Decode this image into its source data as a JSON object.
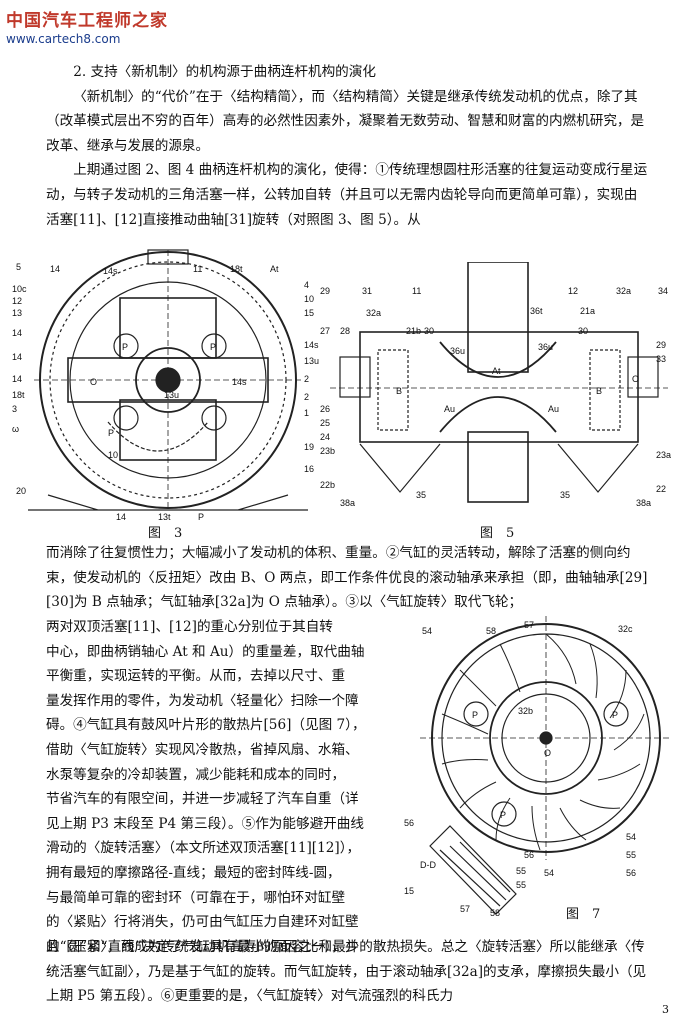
{
  "header": {
    "logo_text": "中国汽车工程师之家",
    "url": "www.cartech8.com"
  },
  "section_title": "2. 支持〈新机制〉的机构源于曲柄连杆机构的演化",
  "paragraphs_top": [
    "〈新机制〉的“代价”在于〈结构精简〉，而〈结构精简〉关键是继承传统发动机的优点，除了其（改革模式层出不穷的百年）高寿的必然性因素外，凝聚着无数劳动、智慧和财富的内燃机研究，是改革、继承与发展的源泉。",
    "上期通过图 2、图 4 曲柄连杆机构的演化，使得：①传统理想圆柱形活塞的往复运动变成行星运动，与转子发动机的三角活塞一样，公转加自转（并且可以无需内齿轮导向而更简单可靠），实现由活塞[11]、[12]直接推动曲轴[31]旋转（对照图 3、图 5）。从"
  ],
  "fig3": {
    "caption": "图　3",
    "labels": [
      "5",
      "14",
      "14s",
      "11",
      "18t",
      "At",
      "10c",
      "12",
      "4",
      "13",
      "10",
      "15",
      "14",
      "14s",
      "14",
      "13u",
      "O",
      "13u",
      "14s",
      "14",
      "2",
      "18t",
      "3",
      "2",
      "1",
      "ω",
      "P",
      "10",
      "19",
      "16",
      "20",
      "14",
      "13t",
      "P",
      "P",
      "P"
    ]
  },
  "fig5": {
    "caption": "图　5",
    "labels": [
      "29",
      "31",
      "11",
      "12",
      "32a",
      "34",
      "27",
      "28",
      "32a",
      "21b",
      "30",
      "36t",
      "21a",
      "29",
      "33",
      "30",
      "36u",
      "36u",
      "B",
      "At",
      "Au",
      "B",
      "O",
      "26",
      "25",
      "24",
      "23b",
      "Au",
      "23a",
      "22b",
      "35",
      "35",
      "22",
      "38a",
      "38a"
    ]
  },
  "paragraph_mid_full": "而消除了往复惯性力；大幅减小了发动机的体积、重量。②气缸的灵活转动，解除了活塞的侧向约束，使发动机的〈反扭矩〉改由 B、O 两点，即工作条件优良的滚动轴承来承担（即，曲轴轴承[29][30]为 B 点轴承；气缸轴承[32a]为 O 点轴承）。③以〈气缸旋转〉取代飞轮；",
  "paragraph_wrap_lines": [
    "两对双顶活塞[11]、[12]的重心分别位于其自转",
    "中心，即曲柄销轴心 At 和 Au）的重量差，取代曲轴",
    "平衡重，实现运转的平衡。从而，去掉以尺寸、重",
    "量发挥作用的零件，为发动机〈轻量化〉扫除一个障",
    "碍。④气缸具有鼓风叶片形的散热片[56]（见图 7），",
    "借助〈气缸旋转〉实现风冷散热，省掉风扇、水箱、",
    "水泵等复杂的冷却装置，减少能耗和成本的同时，",
    "节省汽车的有限空间，并进一步减轻了汽车自重（详",
    "见上期 P3 末段至 P4 第三段）。⑤作为能够避开曲线",
    "滑动的〈旋转活塞〉（本文所述双顶活塞[11][12]），",
    "拥有最短的摩擦路径-直线；最短的密封阵线-圆，",
    "与最简单可靠的密封环（可靠在于，哪怕环对缸壁",
    "的〈紧贴〉行将消失，仍可由气缸压力自建环对缸壁",
    "的〈压紧〉，而成为传统发动机高寿的原因之一），并"
  ],
  "paragraph_bottom": "且“圆”和“直线”决定了气缸具有最小的面容比和最少的散热损失。总之〈旋转活塞〉所以能继承〈传统活塞气缸副〉，乃是基于气缸的旋转。而气缸旋转，由于滚动轴承[32a]的支承，摩擦损失最小（见上期 P5 第五段）。⑥更重要的是，〈气缸旋转〉对气流强烈的科氏力",
  "fig7": {
    "caption": "图　7",
    "labels": [
      "54",
      "58",
      "57",
      "32c",
      "32b",
      "O",
      "P",
      "P",
      "P",
      "56",
      "54",
      "55",
      "54",
      "56",
      "D-D",
      "55",
      "15",
      "57",
      "58",
      "56",
      "55"
    ]
  },
  "page_number": "3"
}
